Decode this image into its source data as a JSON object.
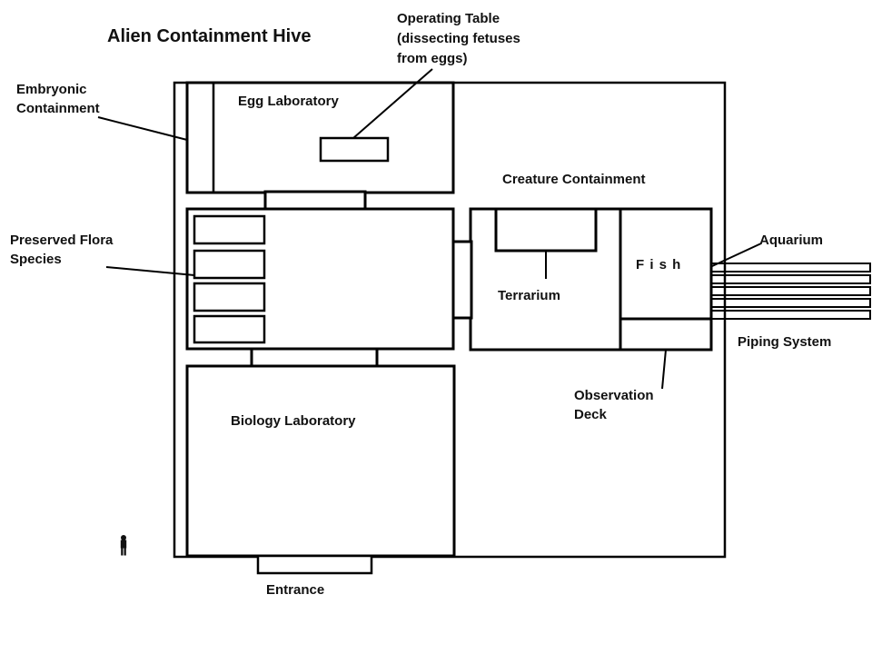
{
  "title": "Alien Containment Hive",
  "colors": {
    "wall": "#000000",
    "background": "#ffffff",
    "text": "#111111"
  },
  "rooms": {
    "egg_laboratory": "Egg Laboratory",
    "creature_containment": "Creature Containment",
    "terrarium": "Terrarium",
    "fish": "F i s h",
    "biology_laboratory": "Biology Laboratory"
  },
  "annotations": {
    "operating_table": "Operating Table\n(dissecting fetuses\nfrom eggs)",
    "embryonic_containment": "Embryonic\nContainment",
    "preserved_flora": "Preserved Flora\nSpecies",
    "aquarium": "Aquarium",
    "piping_system": "Piping System",
    "observation_deck": "Observation\nDeck",
    "entrance": "Entrance"
  },
  "icons": {
    "person": "person-silhouette (scale figure)"
  }
}
